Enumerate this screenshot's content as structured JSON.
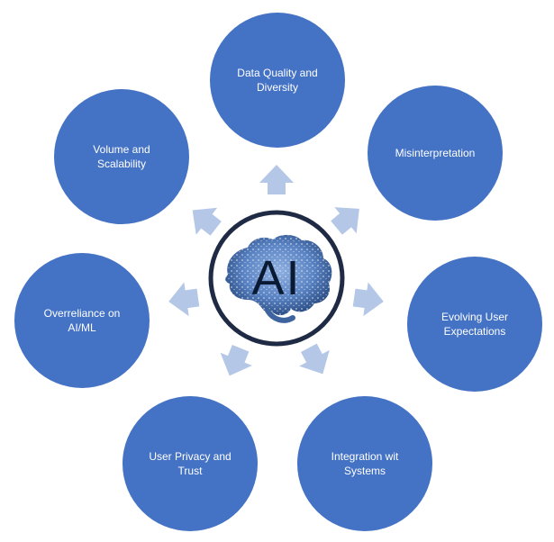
{
  "center": {
    "label": "AI",
    "icon": "brain-icon"
  },
  "nodes": [
    {
      "id": "data-quality",
      "label": "Data Quality and Diversity"
    },
    {
      "id": "misinterpretation",
      "label": "Misinterpretation"
    },
    {
      "id": "evolving-expectations",
      "label": "Evolving User Expectations"
    },
    {
      "id": "integration",
      "label": "Integration wit Systems"
    },
    {
      "id": "privacy",
      "label": "User Privacy and Trust"
    },
    {
      "id": "overreliance",
      "label": "Overreliance on AI/ML"
    },
    {
      "id": "volume",
      "label": "Volume and Scalability"
    }
  ],
  "colors": {
    "node_fill": "#4472C4",
    "arrow_fill": "#B4C7E7",
    "hub_ring": "#1F2A44",
    "brain": "#5B84C4"
  }
}
